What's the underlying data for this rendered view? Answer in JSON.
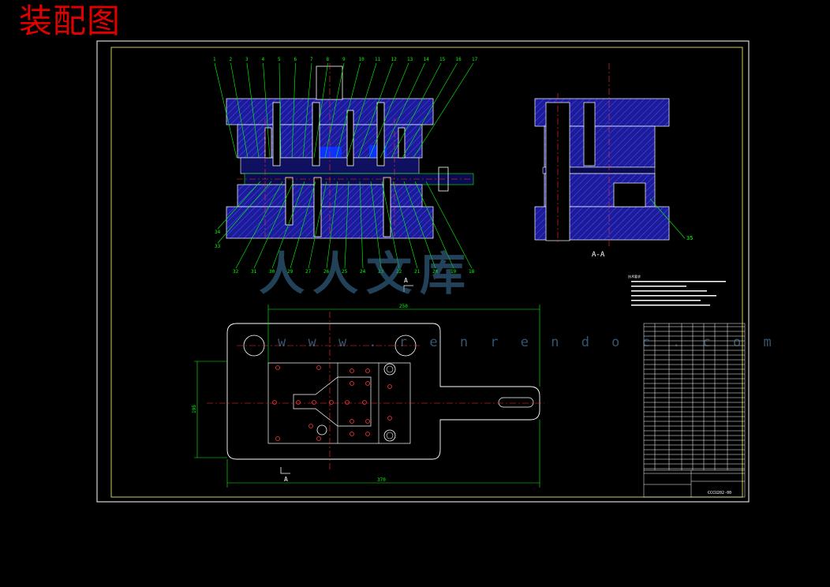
{
  "title": "装配图",
  "watermark": {
    "text": "人人文库",
    "url": "w w w . r e n r e n d o c . c o m"
  },
  "section_view_label": "A-A",
  "section_marks": [
    "A",
    "A"
  ],
  "callouts_top": [
    "1",
    "2",
    "3",
    "4",
    "5",
    "6",
    "7",
    "8",
    "9",
    "10",
    "11",
    "12",
    "13",
    "14",
    "15",
    "16",
    "17"
  ],
  "callouts_bottom": [
    "34",
    "33",
    "32",
    "31",
    "30",
    "29",
    "27",
    "26",
    "25",
    "24",
    "23",
    "22",
    "21",
    "20",
    "19",
    "18"
  ],
  "callout_right": "35",
  "dimensions": {
    "plate_width": "370",
    "plate_height": "195",
    "top_width": "250"
  },
  "notes_heading": "技术要求",
  "title_block": {
    "drawing_no": "CCCU202-00"
  },
  "colors": {
    "frame": "#ffffff",
    "lines": "#00ff00",
    "center": "#ff3030",
    "fill": "#2020a0",
    "hatch": "#6060ff"
  }
}
